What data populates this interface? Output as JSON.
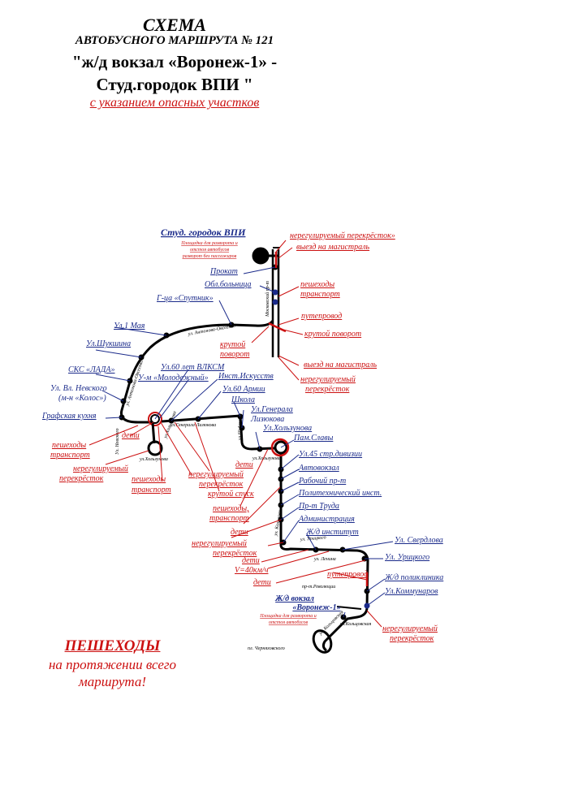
{
  "header": {
    "line1": "СХЕМА",
    "line2": "АВТОБУСНОГО МАРШРУТА № 121",
    "line3": "\"ж/д вокзал «Воронеж-1» -",
    "line4": "Студ.городок ВПИ \"",
    "line5": "с указанием опасных участков"
  },
  "footer": {
    "line1": "ПЕШЕХОДЫ",
    "line2": "на протяжении всего",
    "line3": "маршрута!"
  },
  "map": {
    "terminus_top": "Студ. городок ВПИ",
    "terminus_top_note": [
      "Площадка для разворота и",
      "отстоя автобусов",
      "разворот без пассажиров"
    ],
    "terminus_bottom": [
      "Ж/д вокзал",
      "«Воронеж-1»"
    ],
    "terminus_bottom_note": [
      "Площадка для разворота и",
      "отстоя автобусов"
    ],
    "stops": {
      "prokat": "Прокат",
      "obl_bolnitsa": "Обл.больница",
      "sputnik": "Г-ца «Спутник»",
      "ul1maya": "Ул.1 Мая",
      "shukshina": "Ул.Шукшина",
      "lada": "СКС «ЛАДА»",
      "nevskogo1": "Ул. Вл. Невского",
      "nevskogo2": "(м-н «Колос»)",
      "grafskaya": "Графская кухня",
      "vlksm": "Ул.60 лет ВЛКСМ",
      "molodezhny": "У-м «Молодежный»",
      "iskusstv": "Инст.Искусств",
      "armii": "Ул.60 Армии",
      "shkola": "Школа",
      "lizyukova1": "Ул.Генерала",
      "lizyukova2": "Лизюкова",
      "holzunova": "Ул.Хользунова",
      "pamslavy": "Пам.Славы",
      "div45": "Ул.45 стр.дивизии",
      "avtovokzal": "Автовокзал",
      "rabochy": "Рабочий пр-т",
      "politeh": "Политехнический инст.",
      "truda": "Пр-т Труда",
      "admin": "Администрация",
      "zdinst": "Ж/д институт",
      "sverdlova": "Ул. Свердлова",
      "urickogo": "Ул. Урицкого",
      "zdpoliklinika": "Ж/д поликлиника",
      "kommunarov": "Ул.Коммунаров"
    },
    "hazards": {
      "h1": "нерегулируемый перекрёсток»",
      "h2": "выезд на магистраль",
      "h3a": "пешеходы",
      "h3b": "транспорт",
      "h4": "путепровод",
      "h5": "крутой поворот",
      "h6a": "крутой",
      "h6b": "поворот",
      "h7": "выезд на магистраль",
      "h8a": "нерегулируемый",
      "h8b": "перекрёсток",
      "h9": "дети",
      "h10a": "пешеходы",
      "h10b": "транспорт",
      "h11a": "нерегулируемый",
      "h11b": "перекрёсток",
      "h12a": "пешеходы",
      "h12b": "транспорт",
      "h13": "дети",
      "h14a": "нерегулируемый",
      "h14b": "перекрёсток",
      "h15": "крутой спуск",
      "h16a": "пешеходы,",
      "h16b": "транспорт",
      "h17": "дети",
      "h18a": "нерегулируемый",
      "h18b": "перекрёсток",
      "h19": "дети",
      "h20": "V=40км/ч",
      "h21": "дети",
      "h22": "путепровод",
      "h23a": "нерегулируемый",
      "h23b": "перекрёсток"
    },
    "streets": {
      "moskovsky": "Московский пр-т",
      "antonova": "ул. Антонова-Овсеенко",
      "antonova2": "ул. Антонова-Овсеенко",
      "lizyukova_st": "ул.Генерала Лизюкова",
      "holzunova_st": "ул.Хользунова",
      "holzunova_st2": "ул.Хользунова",
      "nevskogo_st": "Ул. Невского",
      "armii_st": "ул.60 Армии",
      "krasnoarm": "ул. Кольцова",
      "zhukova": "ул.Хользунова",
      "uritskogo_st": "ул. Урицкого",
      "lenina": "ул. Ленина",
      "revolucii": "пр-т.Революции",
      "chernyahovskogo": "пл. Черняховского",
      "koltsova": "ул.Кольцовская",
      "koltsova2": "ул. Кольцовская"
    }
  }
}
